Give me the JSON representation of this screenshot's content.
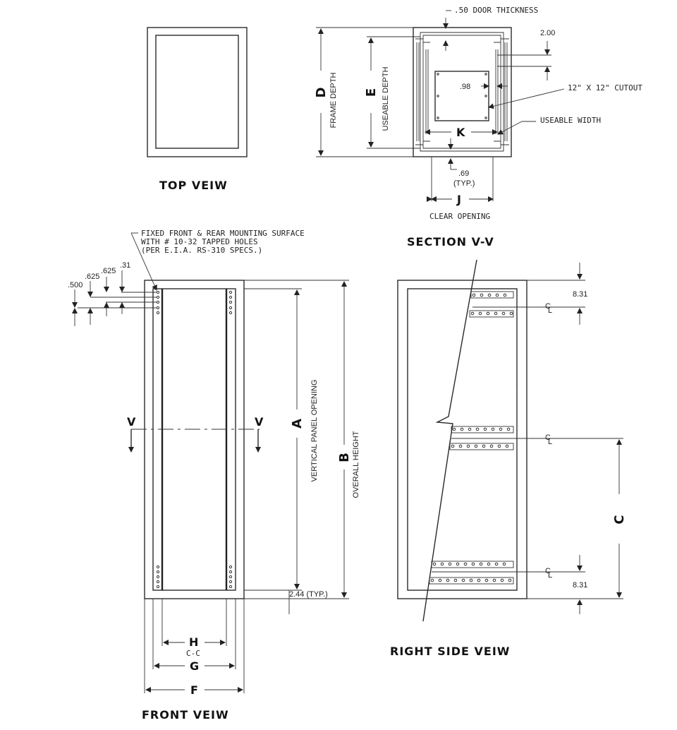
{
  "views": {
    "top_view": "TOP VEIW",
    "section": "SECTION V-V",
    "front_view": "FRONT VEIW",
    "right_side_view": "RIGHT SIDE VEIW"
  },
  "section_notes": {
    "door_thickness": ".50 DOOR THICKNESS",
    "two_00": "2.00",
    "cutout": "12\" X 12\" CUTOUT",
    "useable_width": "USEABLE WIDTH",
    "p98": ".98",
    "p69": ".69",
    "typ": "(TYP.)",
    "clear_opening": "CLEAR OPENING",
    "frame_depth": "FRAME DEPTH",
    "useable_depth": "USEABLE DEPTH"
  },
  "front_notes": {
    "line1": "FIXED FRONT & REAR MOUNTING SURFACE",
    "line2": "WITH # 10-32 TAPPED HOLES",
    "line3": "(PER E.I.A. RS-310 SPECS.)",
    "d500": ".500",
    "d625": ".625",
    "d31": ".31",
    "vertical_panel_opening": "VERTICAL PANEL OPENING",
    "overall_height": "OVERALL HEIGHT",
    "typ244": "2.44  (TYP.)",
    "cc": "C-C"
  },
  "side_notes": {
    "top_831": "8.31",
    "bottom_831": "8.31",
    "cl": "C",
    "cl_sub": "L"
  },
  "letters": {
    "A": "A",
    "B": "B",
    "C": "C",
    "D": "D",
    "E": "E",
    "F": "F",
    "G": "G",
    "H": "H",
    "J": "J",
    "K": "K",
    "V": "V"
  }
}
